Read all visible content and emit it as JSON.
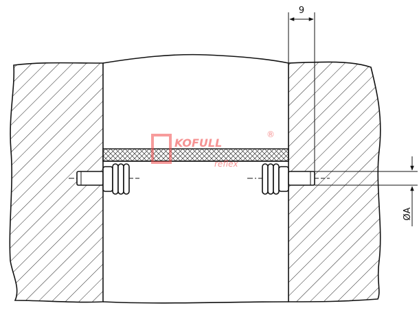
{
  "dimensions": {
    "offset_label": "9",
    "diameter_label": "ØA"
  },
  "watermark": {
    "brand": "KOFULL",
    "sub": "reflex",
    "reg": "®"
  },
  "colors": {
    "line": "#111111",
    "hatch": "#222222",
    "watermark": "#f04b4b"
  }
}
